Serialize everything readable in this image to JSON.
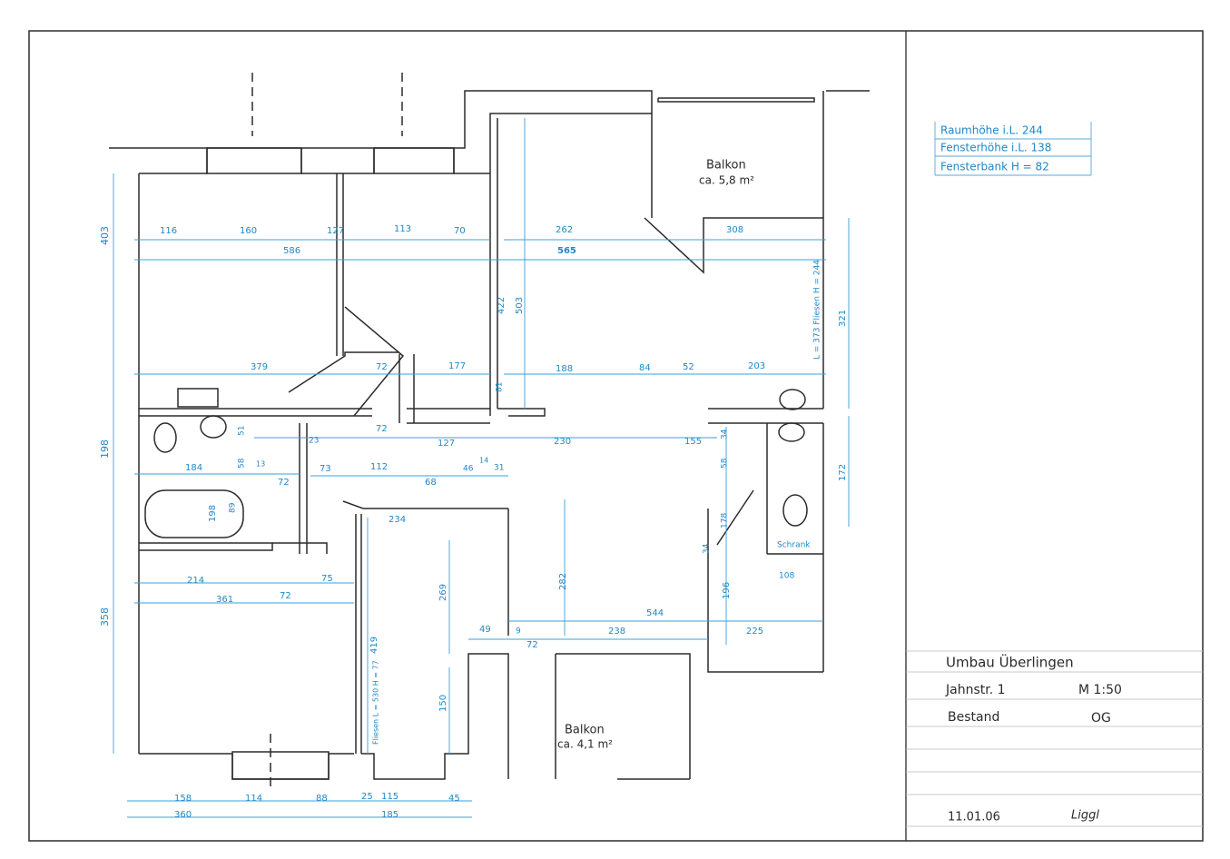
{
  "info_box": {
    "room_height": "Raumhöhe i.L. 244",
    "window_height": "Fensterhöhe i.L. 138",
    "windowsill": "Fensterbank H = 82"
  },
  "title_block": {
    "project": "Umbau Überlingen",
    "street": "Jahnstr. 1",
    "scale": "M 1:50",
    "status": "Bestand",
    "floor": "OG",
    "date": "11.01.06",
    "signature": "Liggl"
  },
  "plan": {
    "balcony_top_label": "Balkon",
    "balcony_top_area": "ca. 5,8 m²",
    "balcony_bottom_label": "Balkon",
    "balcony_bottom_area": "ca. 4,1 m²",
    "cupboard_label": "Schrank",
    "tiles_right": "L = 373  Fliesen H = 244",
    "tiles_bottom": "Fliesen L = 530 H = 77"
  },
  "dimensions": {
    "left_side": [
      "403",
      "198",
      "358",
      "198",
      "89"
    ],
    "top_row": [
      "116",
      "160",
      "127",
      "113",
      "70",
      "262",
      "308"
    ],
    "second_row": [
      "586",
      "565"
    ],
    "room_heights": [
      "422",
      "503",
      "321",
      "81"
    ],
    "mid_row": [
      "379",
      "72",
      "177",
      "188",
      "84",
      "52",
      "203"
    ],
    "hall_row": [
      "72",
      "127",
      "230",
      "155",
      "34",
      "23"
    ],
    "bath_row": [
      "184",
      "58",
      "13",
      "72",
      "73",
      "112",
      "68",
      "46",
      "14",
      "31",
      "51"
    ],
    "right_lower": [
      "58",
      "172",
      "108",
      "178",
      "196",
      "34"
    ],
    "center": [
      "234",
      "269",
      "282",
      "544",
      "238",
      "225",
      "49",
      "9",
      "72",
      "419",
      "150"
    ],
    "bedroom_row": [
      "214",
      "75",
      "361",
      "72"
    ],
    "bottom_row": [
      "158",
      "114",
      "88",
      "25",
      "115",
      "45",
      "360",
      "185"
    ]
  }
}
